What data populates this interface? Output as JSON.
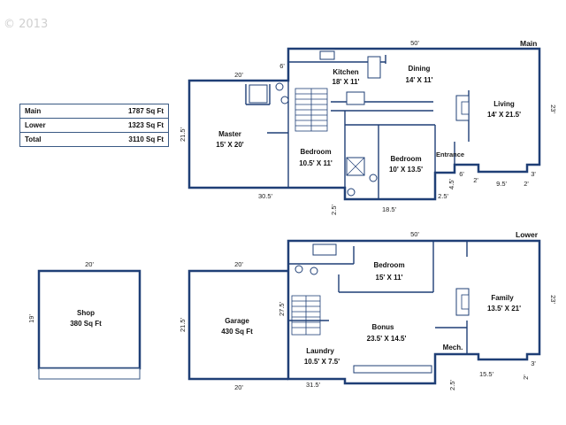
{
  "copyright": "© 2013",
  "summary": [
    {
      "label": "Main",
      "value": "1787 Sq Ft"
    },
    {
      "label": "Lower",
      "value": "1323 Sq Ft"
    },
    {
      "label": "Total",
      "value": "3110 Sq Ft"
    }
  ],
  "floors": {
    "main": "Main",
    "lower": "Lower"
  },
  "rooms": {
    "kitchen": {
      "name": "Kitchen",
      "size": "18' X 11'"
    },
    "dining": {
      "name": "Dining",
      "size": "14' X 11'"
    },
    "master": {
      "name": "Master",
      "size": "15' X 20'"
    },
    "living": {
      "name": "Living",
      "size": "14' X 21.5'"
    },
    "bedroom1": {
      "name": "Bedroom",
      "size": "10.5' X 11'"
    },
    "bedroom2": {
      "name": "Bedroom",
      "size": "10' X 13.5'"
    },
    "entrance": {
      "name": "Entrance"
    },
    "shop": {
      "name": "Shop",
      "size": "380 Sq Ft"
    },
    "garage": {
      "name": "Garage",
      "size": "430 Sq Ft"
    },
    "bedroom3": {
      "name": "Bedroom",
      "size": "15' X 11'"
    },
    "family": {
      "name": "Family",
      "size": "13.5' X 21'"
    },
    "bonus": {
      "name": "Bonus",
      "size": "23.5' X 14.5'"
    },
    "laundry": {
      "name": "Laundry",
      "size": "10.5' X 7.5'"
    },
    "mech": {
      "name": "Mech."
    }
  },
  "dims": {
    "main_top": "50'",
    "main_master_top": "20'",
    "main_6a": "6'",
    "main_left": "21.5'",
    "main_right": "23'",
    "main_bottom": "30.5'",
    "main_2_5a": "2.5'",
    "main_18_5": "18.5'",
    "main_2_5b": "2.5'",
    "main_4_5": "4.5'",
    "main_6b": "6'",
    "main_2a": "2'",
    "main_9_5": "9.5'",
    "main_2b": "2'",
    "main_3": "3'",
    "lower_top": "50'",
    "lower_garage_top": "20'",
    "lower_garage_left": "21.5'",
    "lower_27_5": "27.5'",
    "lower_right": "23'",
    "lower_garage_bottom": "20'",
    "lower_31_5": "31.5'",
    "lower_2_5": "2.5'",
    "lower_15_5": "15.5'",
    "lower_2": "2'",
    "lower_3": "3'",
    "shop_top": "20'",
    "shop_left": "19'"
  }
}
